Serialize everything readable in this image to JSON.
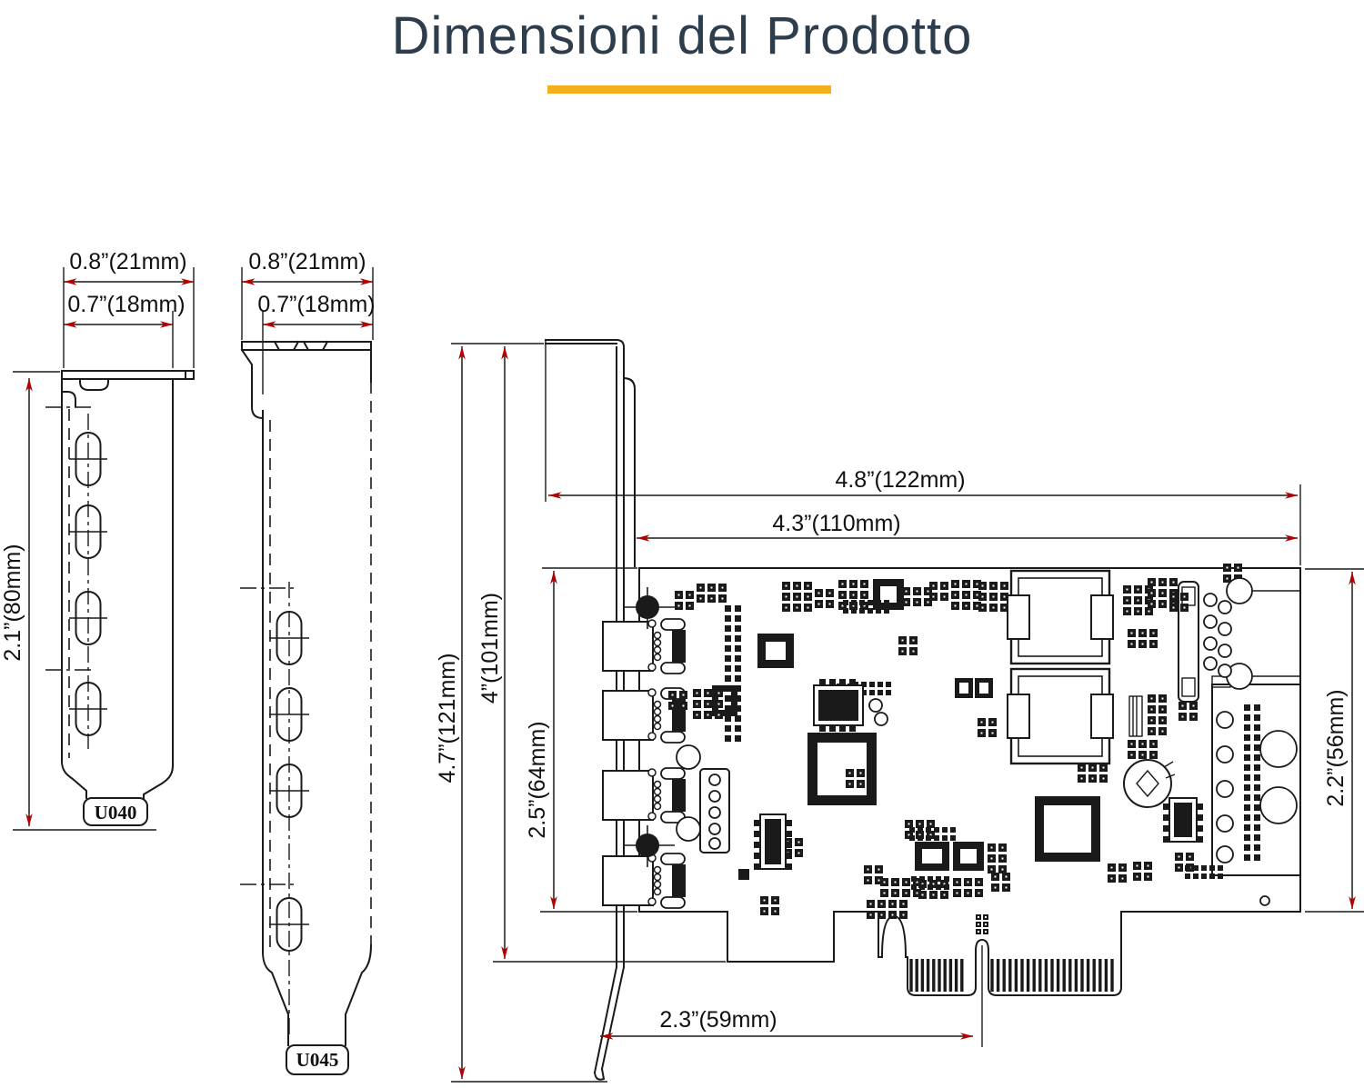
{
  "title": "Dimensioni del Prodotto",
  "colors": {
    "title_text": "#2e3d4b",
    "accent_underline": "#f2b01e",
    "line_art": "#1a1a1a",
    "arrowhead": "#b40000"
  },
  "brackets": [
    {
      "id": "U040",
      "outer_width": "0.8”(21mm)",
      "inner_width": "0.7”(18mm)",
      "height": "2.1”(80mm)"
    },
    {
      "id": "U045",
      "outer_width": "0.8”(21mm)",
      "inner_width": "0.7”(18mm)"
    }
  ],
  "card": {
    "total_height": "4.7”(121mm)",
    "bracket_height": "4”(101mm)",
    "front_pcb_height": "2.5”(64mm)",
    "total_length": "4.8”(122mm)",
    "pcb_length": "4.3”(110mm)",
    "edge_connector_offset": "2.3”(59mm)",
    "rear_pcb_height": "2.2”(56mm)"
  }
}
